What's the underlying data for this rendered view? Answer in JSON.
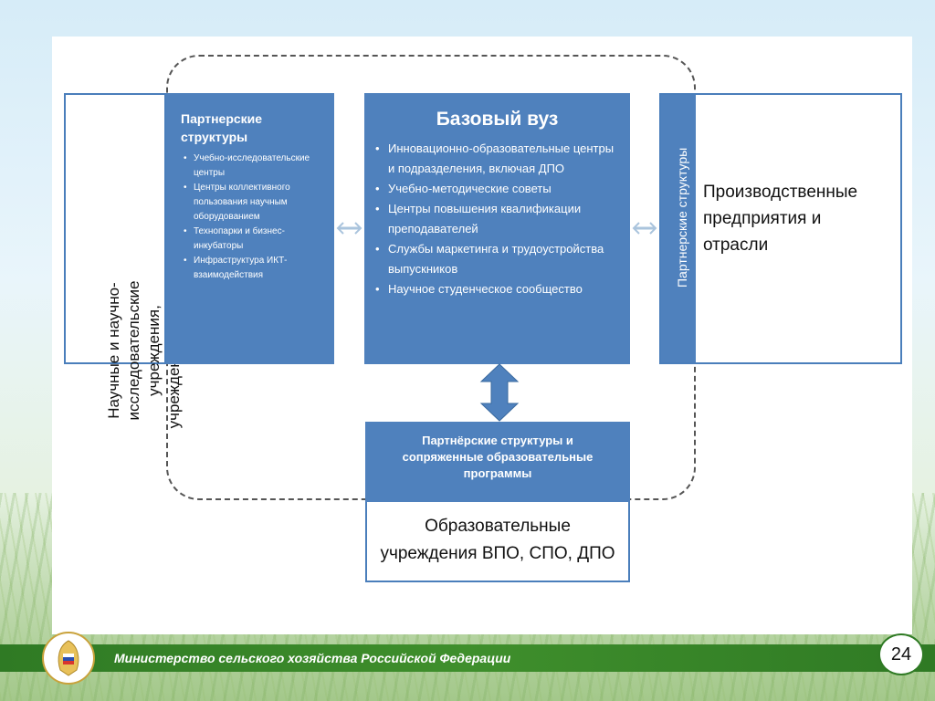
{
  "diagram": {
    "left_outer": {
      "lines": [
        "Научные и научно-",
        "исследовательские",
        "учреждения,",
        "учреждения культуры"
      ]
    },
    "left_partner": {
      "title_lines": [
        "Партнерские",
        "структуры"
      ],
      "items": [
        "Учебно-исследовательские центры",
        "Центры коллективного пользования научным оборудованием",
        "Технопарки и бизнес-инкубаторы",
        "Инфраструктура ИКТ-взаимодействия"
      ]
    },
    "core": {
      "title": "Базовый вуз",
      "items": [
        "Инновационно-образовательные центры и подразделения, включая ДПО",
        "Учебно-методические советы",
        "Центры повышения квалификации преподавателей",
        "Службы маркетинга и трудоустройства выпускников",
        "Научное студенческое сообщество"
      ]
    },
    "right_partner": {
      "label": "Партнерские структуры"
    },
    "right_outer": {
      "lines": [
        "Производственные",
        "предприятия и",
        "отрасли"
      ]
    },
    "bottom_partner": {
      "lines": [
        "Партнёрские структуры и",
        "сопряженные образовательные",
        "программы"
      ]
    },
    "bottom_outer": {
      "lines": [
        "Образовательные",
        "учреждения ВПО, СПО, ДПО"
      ]
    }
  },
  "footer": {
    "ministry": "Министерство сельского хозяйства Российской Федерации"
  },
  "page_number": "24",
  "colors": {
    "box_blue": "#4f81bd",
    "box_border": "#4a7ebb",
    "footer_green": "#2f7a24",
    "arrow_light": "#aac4dd"
  },
  "icons": [
    "emblem-icon",
    "double-arrow-icon",
    "vertical-double-arrow-icon"
  ]
}
